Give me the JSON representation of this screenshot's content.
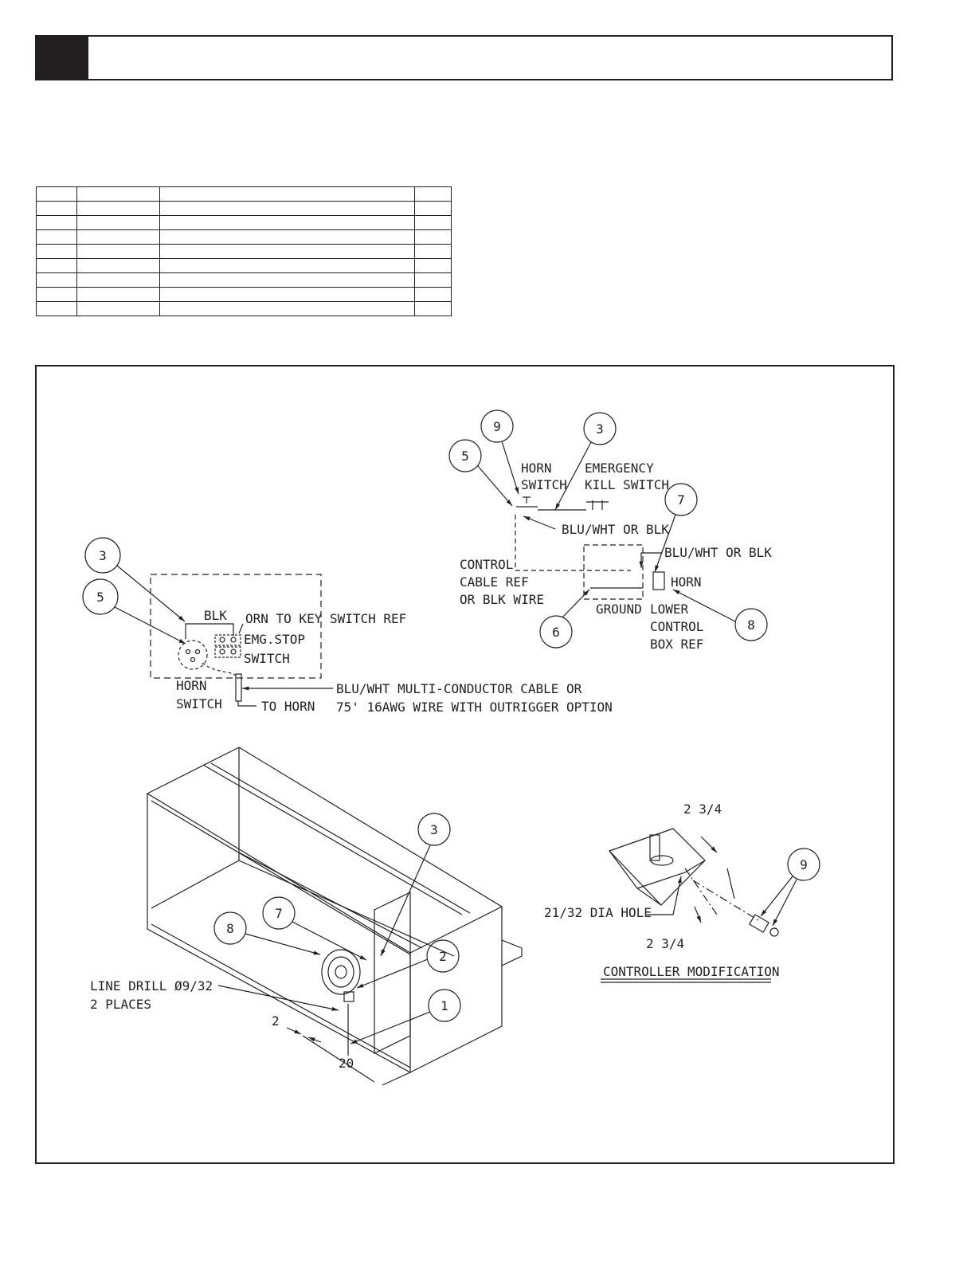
{
  "header": {
    "title": ""
  },
  "parts_table": {
    "columns": [
      "",
      "",
      "",
      ""
    ],
    "rows": [
      [
        "",
        "",
        "",
        ""
      ],
      [
        "",
        "",
        "",
        ""
      ],
      [
        "",
        "",
        "",
        ""
      ],
      [
        "",
        "",
        "",
        ""
      ],
      [
        "",
        "",
        "",
        ""
      ],
      [
        "",
        "",
        "",
        ""
      ],
      [
        "",
        "",
        "",
        ""
      ],
      [
        "",
        "",
        "",
        ""
      ]
    ]
  },
  "schematic_left": {
    "callouts": [
      "3",
      "5"
    ],
    "labels": {
      "blk": "BLK",
      "orn_to_key": "ORN TO KEY SWITCH REF",
      "emg_stop_1": "EMG.STOP",
      "emg_stop_2": "SWITCH",
      "horn_switch_1": "HORN",
      "horn_switch_2": "SWITCH",
      "cable_1": "BLU/WHT MULTI-CONDUCTOR CABLE OR",
      "cable_2": "75' 16AWG WIRE WITH OUTRIGGER OPTION",
      "to_horn": "TO HORN"
    }
  },
  "schematic_right": {
    "callouts": [
      "9",
      "3",
      "5",
      "7",
      "6",
      "8"
    ],
    "labels": {
      "horn_switch_1": "HORN",
      "horn_switch_2": "SWITCH",
      "emergency_1": "EMERGENCY",
      "emergency_2": "KILL SWITCH",
      "blu_wht_1": "BLU/WHT OR BLK",
      "blu_wht_2": "BLU/WHT OR BLK",
      "control_1": "CONTROL",
      "control_2": "CABLE REF",
      "control_3": "OR BLK WIRE",
      "horn": "HORN",
      "ground": "GROUND",
      "lower_1": "LOWER",
      "lower_2": "CONTROL",
      "lower_3": "BOX REF"
    }
  },
  "assembly": {
    "callouts": [
      "3",
      "7",
      "8",
      "2",
      "1"
    ],
    "labels": {
      "line_drill_1": "LINE DRILL Ø9/32",
      "line_drill_2": "2 PLACES",
      "dim_2": "2",
      "dim_20": "20"
    }
  },
  "controller_mod": {
    "callouts": [
      "9"
    ],
    "labels": {
      "dim_top": "2 3/4",
      "hole": "21/32 DIA HOLE",
      "dim_bottom": "2 3/4",
      "title": "CONTROLLER MODIFICATION"
    }
  }
}
